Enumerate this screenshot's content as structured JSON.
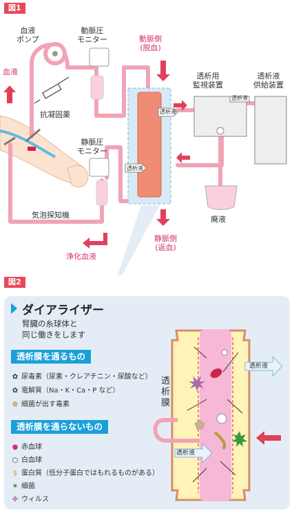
{
  "fig1": {
    "tag": "図1",
    "blood_pump": "血液\nポンプ",
    "arterial_monitor": "動脈圧\nモニター",
    "arterial_side": "動脈側\n(脱血)",
    "blood": "血液",
    "anticoagulant": "抗凝固薬",
    "dialysis_monitor": "透析用\n監視装置",
    "dialysate_supply": "透析液\n供給装置",
    "dialysate_tag": "透析液",
    "venous_monitor": "静脈圧\nモニター",
    "bubble_detector": "気泡探知機",
    "waste": "廃液",
    "venous_side": "静脈側\n(返血)",
    "clean_blood": "浄化血液"
  },
  "fig2": {
    "tag": "図2",
    "title": "ダイアライザー",
    "subtitle": "腎臓の糸球体と\n同じ働きをします",
    "pass_header": "透析膜を通るもの",
    "pass_items": [
      {
        "icon": "flower-icon",
        "text": "尿毒素（尿素・クレアチニン・尿酸など）"
      },
      {
        "icon": "flower-icon",
        "text": "電解質（Na・K・Ca・P など）"
      },
      {
        "icon": "pentagon-icon",
        "text": "細菌が出す毒素"
      }
    ],
    "nopass_header": "透析膜を通らないもの",
    "nopass_items": [
      {
        "icon": "red-cell-icon",
        "text": "赤血球"
      },
      {
        "icon": "white-cell-icon",
        "text": "白血球"
      },
      {
        "icon": "protein-icon",
        "text": "蛋白質（低分子蛋白ではもれるものがある）"
      },
      {
        "icon": "bacteria-icon",
        "text": "細菌"
      },
      {
        "icon": "virus-icon",
        "text": "ウィルス"
      }
    ],
    "membrane": "透\n析\n膜",
    "dialysate_out": "透析液",
    "dialysate_in": "透析液"
  },
  "colors": {
    "tag": "#e8495a",
    "tube": "#f2a3b6",
    "dialyzer": "#f08c73",
    "band": "#1aa0d9",
    "arrow": "#e0405a"
  }
}
